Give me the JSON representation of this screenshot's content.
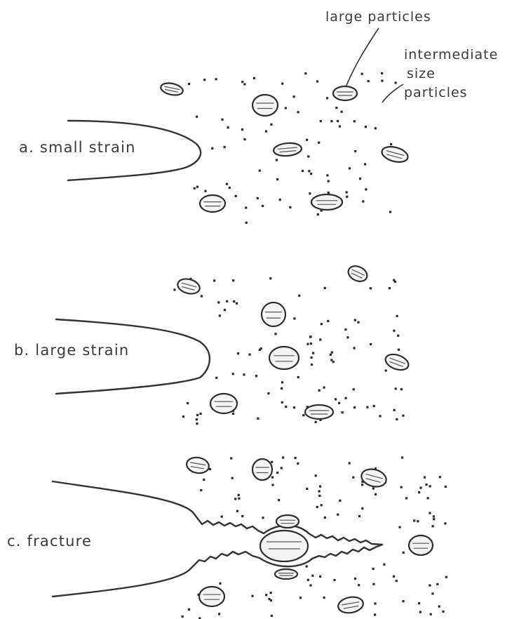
{
  "annotations": {
    "large_particles": "large particles",
    "intermediate_line1": "intermediate",
    "intermediate_line2": "size",
    "intermediate_line3": "particles"
  },
  "panels": [
    {
      "id": "a",
      "label": "a. small strain"
    },
    {
      "id": "b",
      "label": "b. large strain"
    },
    {
      "id": "c",
      "label": "c. fracture"
    }
  ]
}
